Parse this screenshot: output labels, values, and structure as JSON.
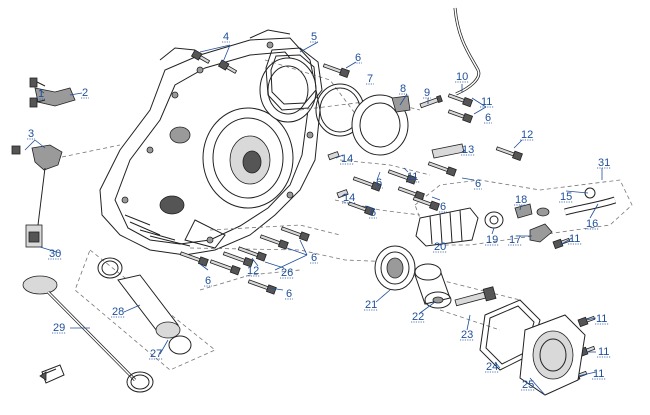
{
  "diagram": {
    "type": "exploded-parts-diagram",
    "accent_color": "#1f4f9a",
    "part_numbers": [
      "1",
      "2",
      "3",
      "4",
      "5",
      "6",
      "7",
      "8",
      "9",
      "10",
      "11",
      "12",
      "13",
      "14",
      "15",
      "16",
      "17",
      "18",
      "19",
      "20",
      "21",
      "22",
      "23",
      "24",
      "25",
      "26",
      "27",
      "28",
      "29",
      "30",
      "31"
    ],
    "callouts": [
      {
        "label": "1"
      },
      {
        "label": "2"
      },
      {
        "label": "3"
      },
      {
        "label": "4"
      },
      {
        "label": "5"
      },
      {
        "label": "6"
      },
      {
        "label": "6"
      },
      {
        "label": "6"
      },
      {
        "label": "6"
      },
      {
        "label": "6"
      },
      {
        "label": "6"
      },
      {
        "label": "6"
      },
      {
        "label": "6"
      },
      {
        "label": "6"
      },
      {
        "label": "7"
      },
      {
        "label": "8"
      },
      {
        "label": "9"
      },
      {
        "label": "10"
      },
      {
        "label": "11"
      },
      {
        "label": "11"
      },
      {
        "label": "11"
      },
      {
        "label": "11"
      },
      {
        "label": "11"
      },
      {
        "label": "11"
      },
      {
        "label": "12"
      },
      {
        "label": "12"
      },
      {
        "label": "13"
      },
      {
        "label": "14"
      },
      {
        "label": "14"
      },
      {
        "label": "15"
      },
      {
        "label": "16"
      },
      {
        "label": "17"
      },
      {
        "label": "18"
      },
      {
        "label": "19"
      },
      {
        "label": "20"
      },
      {
        "label": "21"
      },
      {
        "label": "22"
      },
      {
        "label": "23"
      },
      {
        "label": "24"
      },
      {
        "label": "25"
      },
      {
        "label": "26"
      },
      {
        "label": "27"
      },
      {
        "label": "28"
      },
      {
        "label": "29"
      },
      {
        "label": "30"
      },
      {
        "label": "31"
      }
    ],
    "orientation_icon": "front-arrow-icon"
  }
}
